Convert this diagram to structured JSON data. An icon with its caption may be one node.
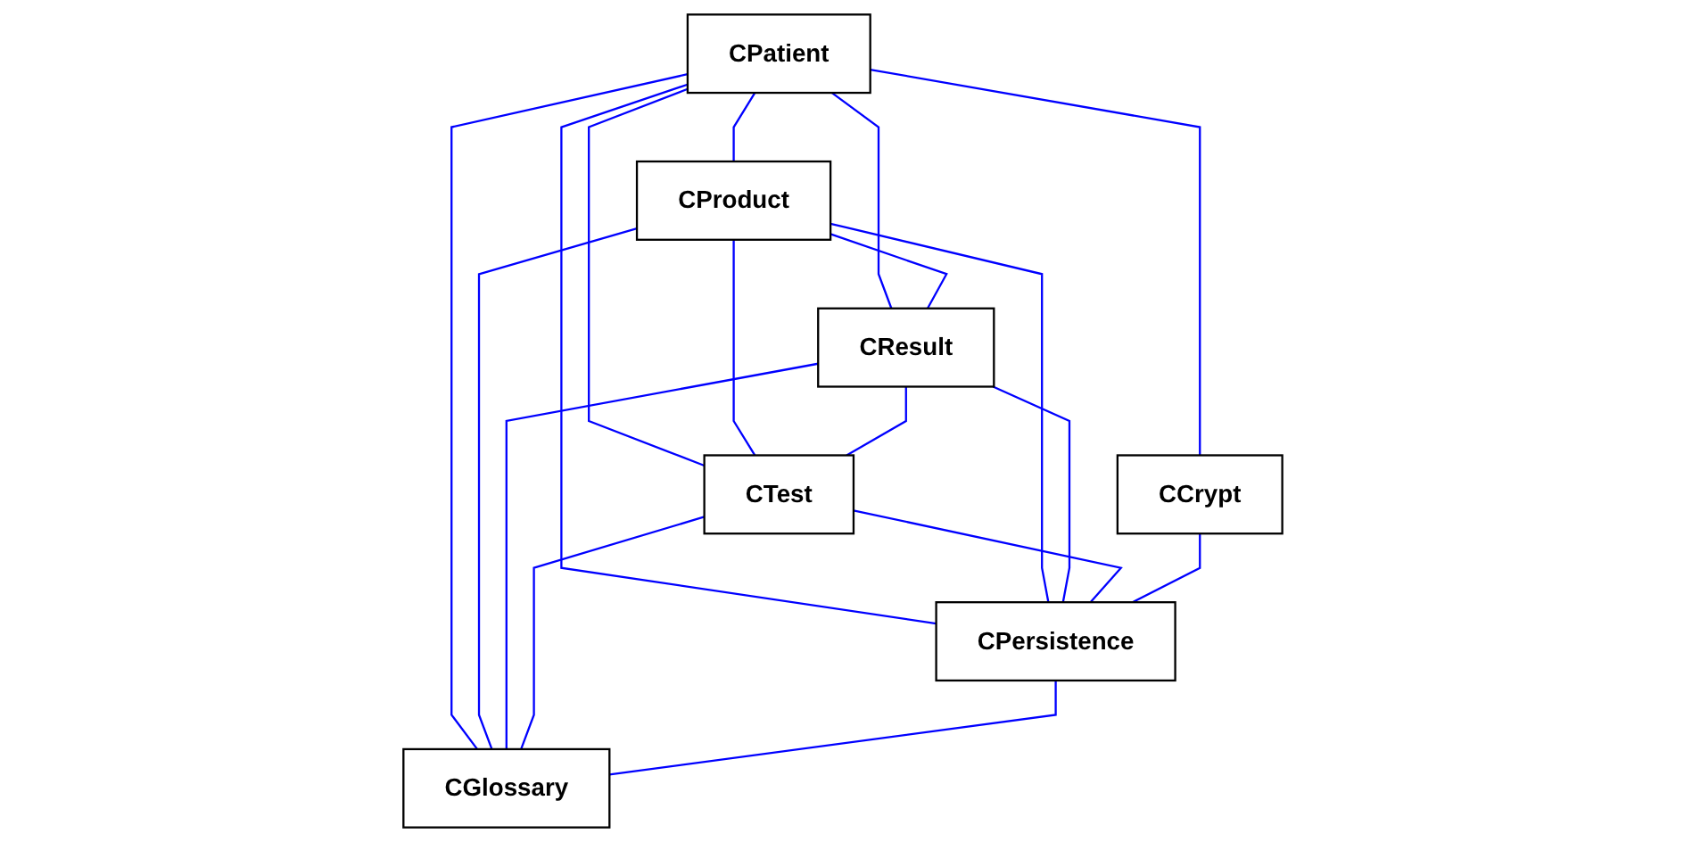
{
  "diagram": {
    "nodes": [
      {
        "text": [
          "CPatient"
        ]
      },
      {
        "text": [
          "CProduct"
        ]
      },
      {
        "text": [
          "CResult"
        ]
      },
      {
        "text": [
          "CTest"
        ]
      },
      {
        "text": [
          "CCrypt"
        ]
      },
      {
        "text": [
          "CPersistence"
        ]
      },
      {
        "text": [
          "CGlossary"
        ]
      }
    ],
    "edges": [
      {
        "from": 0,
        "to": 1,
        "arrow": "none"
      },
      {
        "from": 0,
        "to": 2,
        "arrow": "none"
      },
      {
        "from": 0,
        "to": 3,
        "arrow": "none"
      },
      {
        "from": 0,
        "to": 4,
        "arrow": "none"
      },
      {
        "from": 0,
        "to": 5,
        "arrow": "none"
      },
      {
        "from": 0,
        "to": 6,
        "arrow": "none"
      },
      {
        "from": 1,
        "to": 2,
        "arrow": "none"
      },
      {
        "from": 1,
        "to": 3,
        "arrow": "none"
      },
      {
        "from": 1,
        "to": 5,
        "arrow": "none"
      },
      {
        "from": 1,
        "to": 6,
        "arrow": "none"
      },
      {
        "from": 2,
        "to": 3,
        "arrow": "none"
      },
      {
        "from": 2,
        "to": 5,
        "arrow": "none"
      },
      {
        "from": 2,
        "to": 6,
        "arrow": "none"
      },
      {
        "from": 3,
        "to": 5,
        "arrow": "none"
      },
      {
        "from": 3,
        "to": 6,
        "arrow": "none"
      },
      {
        "from": 4,
        "to": 5,
        "arrow": "none"
      },
      {
        "from": 5,
        "to": 6,
        "arrow": "none"
      }
    ]
  }
}
